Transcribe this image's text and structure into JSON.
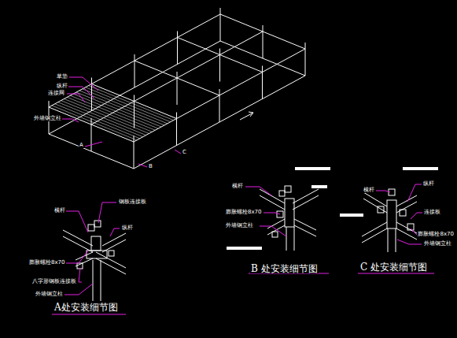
{
  "diagram": {
    "labels": [
      "草垫",
      "纵杆",
      "连接网",
      "外墙钢立柱",
      "A",
      "B",
      "C",
      "横杆",
      "钢板连接板",
      "纵杆",
      "膨胀螺栓8x70",
      "八字形钢板连接板",
      "外墙钢立柱",
      "A处安装细节图",
      "横杆",
      "膨胀螺栓8x70",
      "外墙钢立柱",
      "B 处安装细节图",
      "横杆",
      "纵杆",
      "连接板",
      "膨胀螺栓8x70",
      "外墙钢立柱",
      "C 处安装细节图"
    ]
  }
}
